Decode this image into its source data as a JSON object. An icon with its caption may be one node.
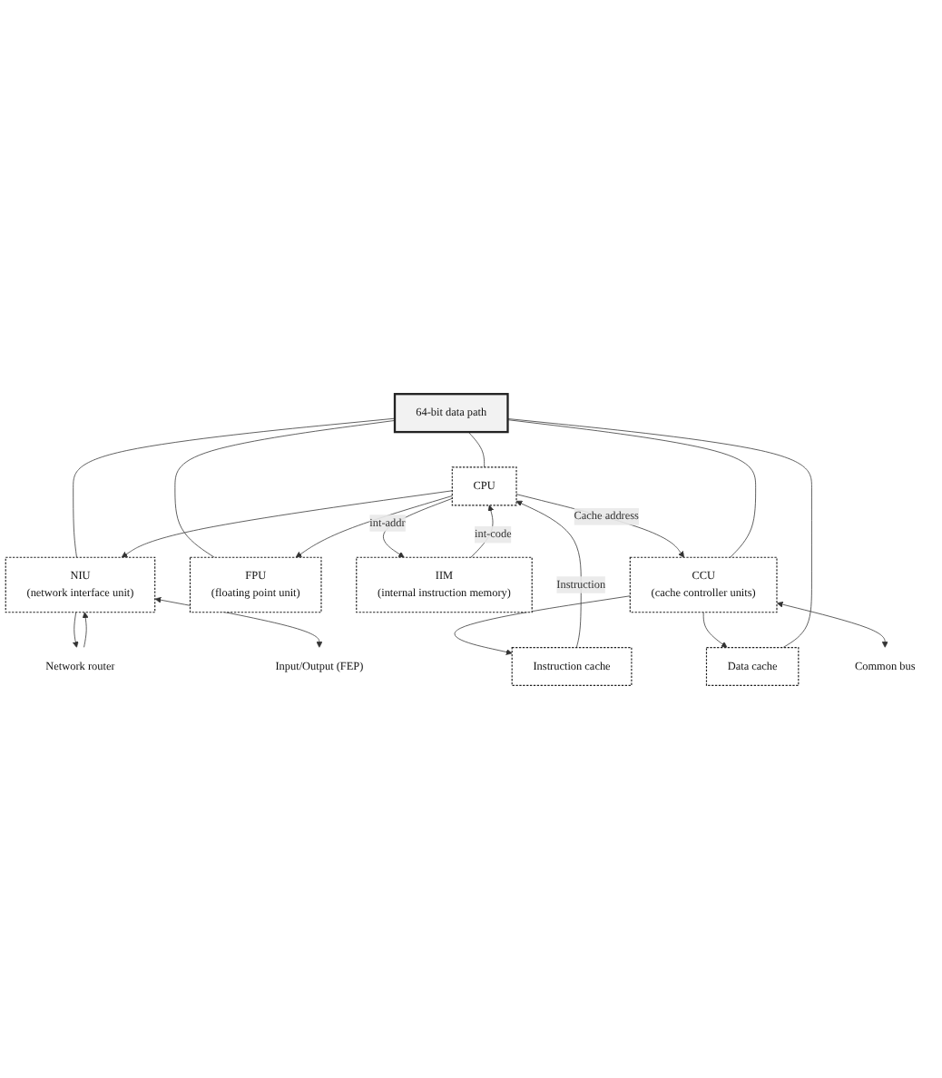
{
  "diagram": {
    "nodes": [
      {
        "text": [
          "64-bit data path"
        ]
      },
      {
        "text": [
          "NIU",
          "(network interface unit)"
        ]
      },
      {
        "text": [
          "Network router"
        ]
      },
      {
        "text": [
          "Input/Output (FEP)"
        ]
      },
      {
        "text": [
          "FPU",
          "(floating point unit)"
        ]
      },
      {
        "text": [
          "CPU"
        ]
      },
      {
        "text": [
          "IIM",
          "(internal instruction memory)"
        ]
      },
      {
        "text": [
          "Instruction cache"
        ]
      },
      {
        "text": [
          "Data cache"
        ]
      },
      {
        "text": [
          "CCU",
          "(cache controller units)"
        ]
      },
      {
        "text": [
          "Common bus"
        ]
      }
    ],
    "edges": [
      {
        "from": 0,
        "to": 1,
        "arrow": "none"
      },
      {
        "from": 1,
        "to": 2,
        "arrow": "to"
      },
      {
        "from": 2,
        "to": 1,
        "arrow": "to"
      },
      {
        "from": 1,
        "to": 3,
        "arrow": "both"
      },
      {
        "from": 0,
        "to": 4,
        "arrow": "none"
      },
      {
        "from": 5,
        "to": 1,
        "arrow": "to"
      },
      {
        "from": 5,
        "to": 4,
        "arrow": "to"
      },
      {
        "from": 0,
        "to": 5,
        "arrow": "none"
      },
      {
        "from": 5,
        "to": 6,
        "label": "int-addr",
        "arrow": "to"
      },
      {
        "from": 6,
        "to": 5,
        "label": "int-code",
        "arrow": "to"
      },
      {
        "from": 7,
        "to": 5,
        "label": "Instruction",
        "arrow": "to"
      },
      {
        "from": 5,
        "to": 9,
        "label": "Cache address",
        "arrow": "to"
      },
      {
        "from": 9,
        "to": 7,
        "arrow": "to"
      },
      {
        "from": 9,
        "to": 8,
        "arrow": "to"
      },
      {
        "from": 0,
        "to": 8,
        "arrow": "none"
      },
      {
        "from": 0,
        "to": 9,
        "arrow": "none"
      },
      {
        "from": 9,
        "to": 10,
        "arrow": "both"
      }
    ]
  }
}
